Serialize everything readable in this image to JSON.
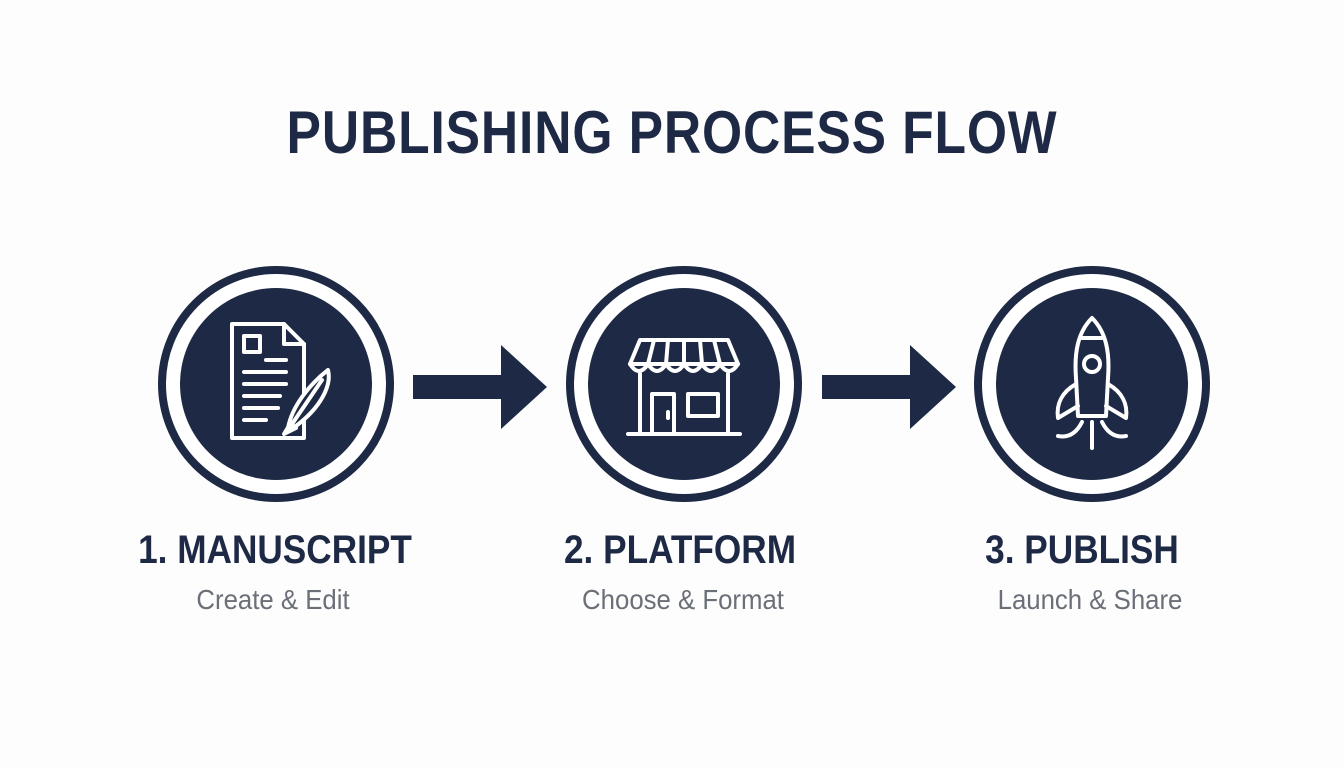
{
  "title": "PUBLISHING PROCESS FLOW",
  "colors": {
    "primary": "#1e2a45",
    "subtitle": "#6b6f78",
    "background": "#fdfdfd"
  },
  "steps": [
    {
      "label": "1. MANUSCRIPT",
      "sub": "Create & Edit",
      "icon": "document-quill-icon"
    },
    {
      "label": "2. PLATFORM",
      "sub": "Choose & Format",
      "icon": "storefront-icon"
    },
    {
      "label": "3. PUBLISH",
      "sub": "Launch & Share",
      "icon": "rocket-icon"
    }
  ]
}
